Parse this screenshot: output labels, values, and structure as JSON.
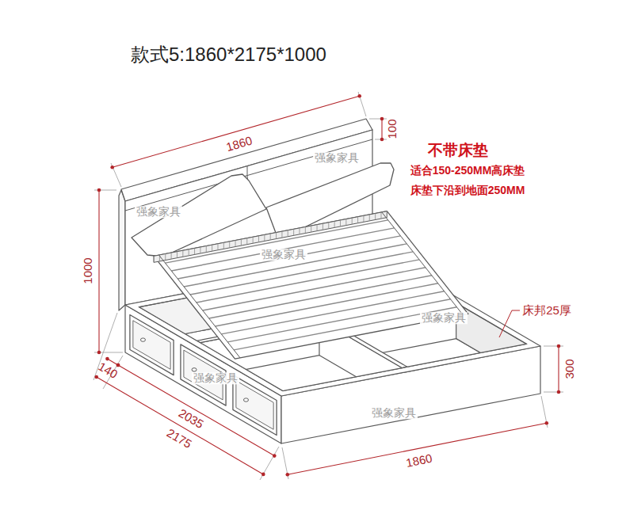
{
  "diagram": {
    "title": "款式5:1860*2175*1000",
    "labels": [
      "1860",
      "100",
      "不带床垫",
      "适合150-250MM高床垫",
      "床垫下沿到地面250MM",
      "1000",
      "床邦25厚",
      "140",
      "300",
      "2035",
      "2175",
      "1860",
      "强象家具",
      "强象家具",
      "强象家具",
      "强象家具",
      "强象家具",
      "强象家具"
    ]
  }
}
